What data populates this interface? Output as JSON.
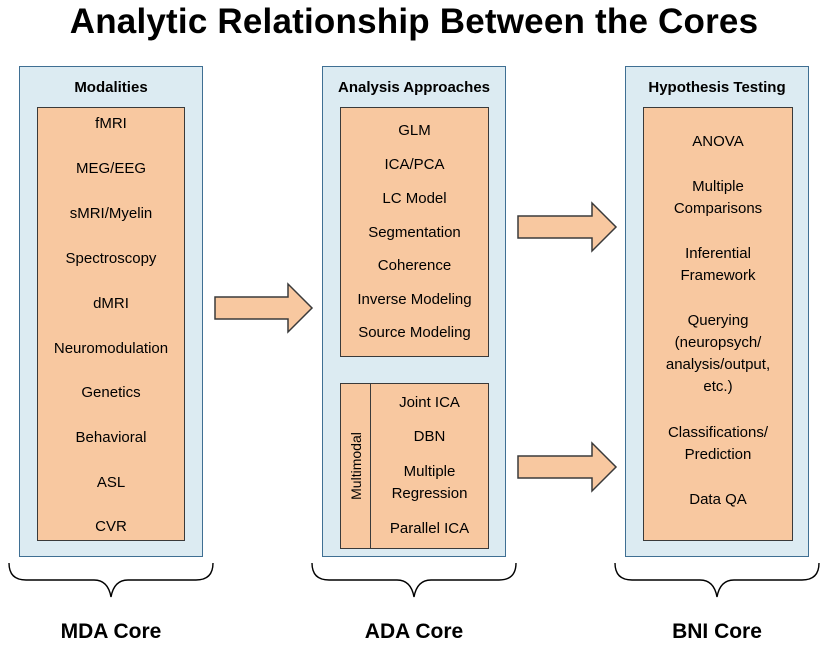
{
  "title": "Analytic Relationship Between the Cores",
  "columns": [
    {
      "header": "Modalities",
      "items": [
        "fMRI",
        "MEG/EEG",
        "sMRI/Myelin",
        "Spectroscopy",
        "dMRI",
        "Neuromodulation",
        "Genetics",
        "Behavioral",
        "ASL",
        "CVR"
      ],
      "core": "MDA Core"
    },
    {
      "header": "Analysis Approaches",
      "items": [
        "GLM",
        "ICA/PCA",
        "LC Model",
        "Segmentation",
        "Coherence",
        "Inverse Modeling",
        "Source Modeling"
      ],
      "multimodal": {
        "label": "Multimodal",
        "items": [
          "Joint ICA",
          "DBN",
          "Multiple Regression",
          "Parallel ICA"
        ]
      },
      "core": "ADA Core"
    },
    {
      "header": "Hypothesis Testing",
      "items": [
        "ANOVA",
        "Multiple Comparisons",
        "Inferential Framework",
        "Querying (neuropsych/ analysis/output, etc.)",
        "Classifications/ Prediction",
        "Data QA"
      ],
      "core": "BNI Core"
    }
  ],
  "colors": {
    "panel_fill": "#dcebf2",
    "panel_border": "#3f6f93",
    "box_fill": "#f8c8a0",
    "arrow_fill": "#f8c8a0"
  }
}
